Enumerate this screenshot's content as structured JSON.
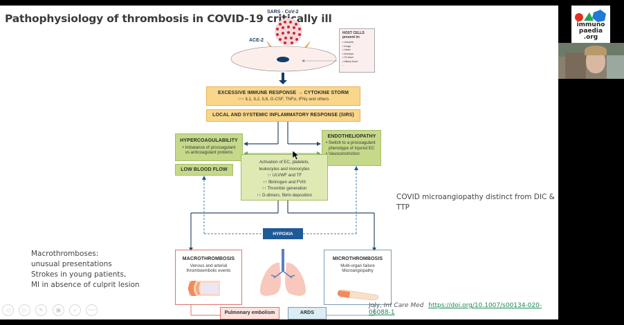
{
  "slide": {
    "title": "Pathophysiology of thrombosis in COVID-19 critically ill",
    "side_note_right": "COVID microangiopathy distinct from DIC & TTP",
    "side_note_left": [
      "Macrothromboses:",
      "unusual presentations",
      "Strokes in young patients,",
      "MI in absence of culprit lesion"
    ],
    "citation": {
      "author": "Joly, ",
      "journal": "Int Care Med",
      "url": "https://doi.org/10.1007/s00134-020-06088-1"
    }
  },
  "diagram": {
    "virus_label": "SARS - CoV-2",
    "receptor_label": "ACE-2",
    "host_cells": {
      "title_line1": "HOST CELLS",
      "title_line2": "present in:",
      "items": [
        "• vessels",
        "• lungs",
        "• heart",
        "• kidneys",
        "• GI tract",
        "• biliary tract",
        "..."
      ]
    },
    "cytokine_storm": {
      "title": "EXCESSIVE IMMUNE RESPONSE → CYTOKINE STORM",
      "detail": "↑↑↑ IL1, IL2, IL6, G-CSF, TNFα, IFNγ and others"
    },
    "sirs": "LOCAL AND SYSTEMIC INFLAMMATORY RESPONSE (SIRS)",
    "hypercoagulability": {
      "title": "HYPERCOAGULABILITY",
      "line1": "• Imbalance of procoagulant",
      "line2": "vs anticoagulant proteins"
    },
    "endotheliopathy": {
      "title": "ENDOTHELIOPATHY",
      "line1": "• Switch to a procoagulant",
      "line2": "phenotype of injured EC",
      "line3": "• Vasoconstriction"
    },
    "low_blood_flow": "LOW BLOOD FLOW",
    "activation": [
      "Activation of EC, platelets,",
      "leukocytes and monocytes",
      "↑↑  ULVWF and TF",
      "↑↑  fibrinogen and FVIII",
      "↑↑  Thrombin generation",
      "↑↑  D-dimers, fibrin deposition"
    ],
    "hypoxia": "HYPOXIA",
    "macrothrombosis": {
      "title": "MACROTHROMBOSIS",
      "line1": "Venous and arterial",
      "line2": "thromboembolic events"
    },
    "microthrombosis": {
      "title": "MICROTHROMBOSIS",
      "line1": "Multi-organ failure",
      "line2": "Microangiopathy"
    },
    "pulmonary_embolism": "Pulmonary embolism",
    "ards": "ARDS"
  },
  "controls": [
    {
      "name": "previous-slide-button",
      "glyph": "◁"
    },
    {
      "name": "next-slide-button",
      "glyph": "▷"
    },
    {
      "name": "pen-tool-button",
      "glyph": "✎"
    },
    {
      "name": "see-all-slides-button",
      "glyph": "▣"
    },
    {
      "name": "zoom-button",
      "glyph": "⌕"
    },
    {
      "name": "more-options-button",
      "glyph": "∘∘∘"
    }
  ],
  "logo": {
    "line1": "immuno",
    "line2": "paedia",
    "line3": ".org"
  }
}
